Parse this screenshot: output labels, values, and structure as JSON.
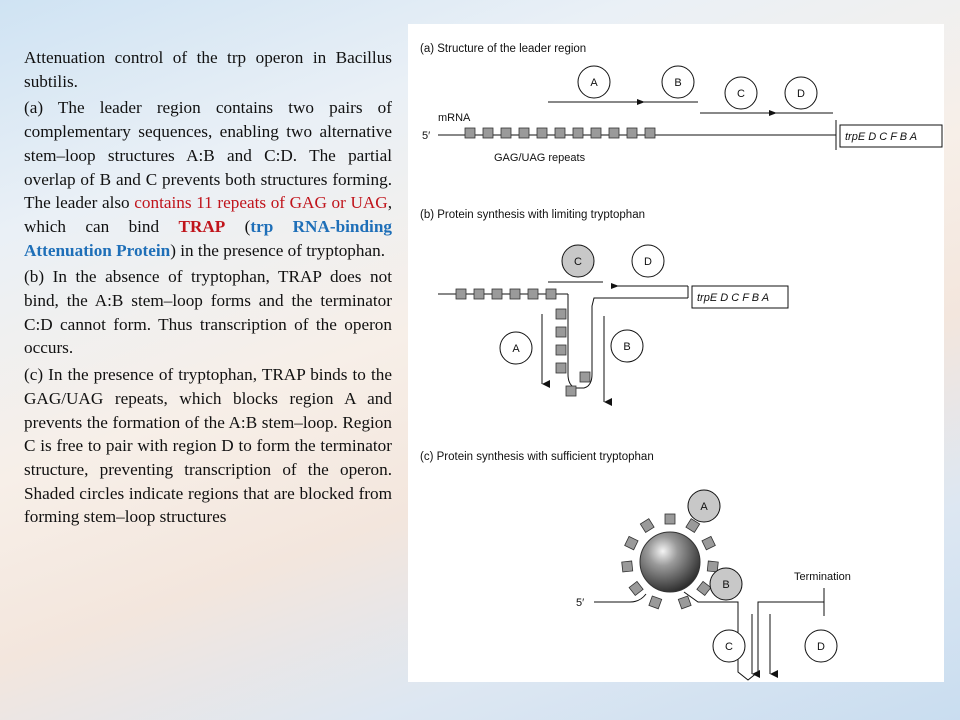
{
  "caption": {
    "title": "Attenuation control of the trp operon in Bacillus subtilis.",
    "para_a_1": "(a) The leader region contains two pairs of complementary sequences, enabling two alternative stem–loop structures A:B and C:D. The partial overlap of B and C prevents both structures forming. The leader also ",
    "para_a_red": "contains 11 repeats of GAG or UAG",
    "para_a_2": ", which can bind ",
    "para_a_trap": "TRAP",
    "para_a_3": " (",
    "para_a_blue": "trp RNA-binding Attenuation Protein",
    "para_a_4": ") in the presence of tryptophan.",
    "para_b": "(b) In the absence of tryptophan, TRAP does not bind, the A:B stem–loop forms and the terminator C:D cannot form. Thus transcription of the operon occurs.",
    "para_c": "(c) In the presence of tryptophan, TRAP binds to the GAG/UAG repeats, which blocks region A and prevents the formation of the A:B stem–loop. Region C is free to pair with region D to form the terminator structure, preventing transcription of the operon. Shaded circles indicate regions that are blocked from forming stem–loop structures"
  },
  "figure": {
    "panel_a": {
      "title": "(a) Structure of the leader region",
      "mrna_label": "mRNA",
      "five_prime": "5′",
      "repeats_label": "GAG/UAG repeats",
      "gene_label": "trpE D C F B A",
      "regions": [
        "A",
        "B",
        "C",
        "D"
      ]
    },
    "panel_b": {
      "title": "(b) Protein synthesis with limiting tryptophan",
      "gene_label": "trpE D C F B A",
      "regions": [
        "C",
        "D",
        "A",
        "B"
      ]
    },
    "panel_c": {
      "title": "(c) Protein synthesis with sufficient tryptophan",
      "termination_label": "Termination",
      "five_prime": "5′",
      "regions": [
        "A",
        "B",
        "C",
        "D"
      ]
    },
    "colors": {
      "shaded_circle": "#c8c8c8",
      "repeat_box": "#9a9a9a",
      "trap_sphere": "#5a5a5a"
    }
  }
}
